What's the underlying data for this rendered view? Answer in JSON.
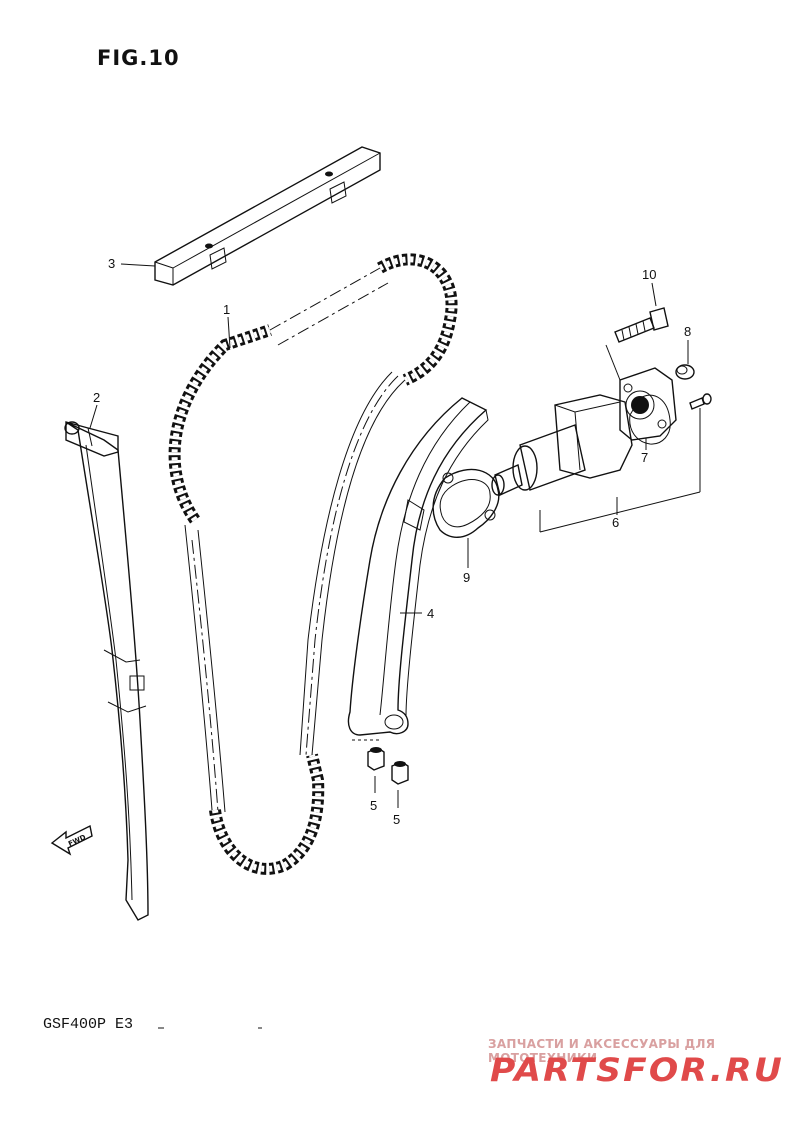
{
  "figure": {
    "title": "FIG.10",
    "model": "GSF400P E3"
  },
  "callouts": [
    {
      "id": "1",
      "label": "1"
    },
    {
      "id": "2",
      "label": "2"
    },
    {
      "id": "3",
      "label": "3"
    },
    {
      "id": "4",
      "label": "4"
    },
    {
      "id": "5a",
      "label": "5"
    },
    {
      "id": "5b",
      "label": "5"
    },
    {
      "id": "6",
      "label": "6"
    },
    {
      "id": "7",
      "label": "7"
    },
    {
      "id": "8",
      "label": "8"
    },
    {
      "id": "9",
      "label": "9"
    },
    {
      "id": "10",
      "label": "10"
    }
  ],
  "fwd_marker": "FWD",
  "watermark": {
    "tagline": "ЗАПЧАСТИ И АКСЕССУАРЫ ДЛЯ МОТОТЕХНИКИ",
    "logo": "PARTSFOR.RU",
    "color": "#d9a0a0",
    "logo_color": "#e04a4a"
  }
}
